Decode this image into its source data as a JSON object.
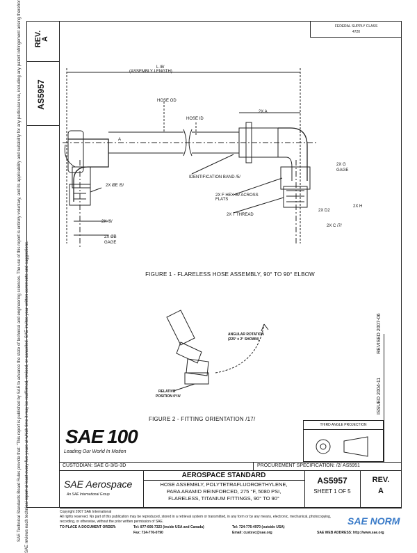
{
  "side_panel": {
    "rev_label": "REV.",
    "rev_value": "A",
    "doc_number": "AS5957",
    "note_line1": "SAE Technical Standards Board Rules provide that: \"This report is published by SAE to advance the state of technical and engineering sciences. The use of this report is entirely voluntary, and its applicability and suitability for any particular use, including any patent infringement arising therefrom, is the sole responsibility of the user.\"",
    "note_line2": "SAE reviews each technical report at least every five years at which time it may be reaffirmed, revised, or cancelled. SAE invites your written comments and suggestions."
  },
  "top_right_box": {
    "line1": "FEDERAL SUPPLY CLASS",
    "line2": "4720"
  },
  "drawing": {
    "fig1_labels": {
      "length": "L /8/",
      "assembly_length": "(ASSEMBLY LENGTH)",
      "hose_od": "HOSE OD",
      "hose_id": "HOSE ID",
      "two_x_a": "2X A",
      "dia_e": "2X ØE /5/",
      "id_band": "IDENTIFICATION BAND /5/",
      "hex": "2X F HEX /6/ ACROSS FLATS",
      "thread": "2X T THREAD",
      "two_x_g": "2X G",
      "gage": "GAGE",
      "d2": "2X D2",
      "h": "2X H",
      "c": "2X C /7/",
      "b7": "2X /9/",
      "dia_b": "2X ØB",
      "gage2": "GAGE",
      "a_mark": "A"
    },
    "fig1_caption": "FIGURE 1 - FLARELESS HOSE ASSEMBLY, 90° TO 90° ELBOW",
    "fig2_labels": {
      "angular": "ANGULAR ROTATION",
      "angular2": "(225° ± 2° SHOWN)",
      "relative": "RELATIVE",
      "position": "POSITION 0°/4/"
    },
    "fig2_caption": "FIGURE 2 - FITTING ORIENTATION /17/",
    "third_angle": "THIRD ANGLE PROJECTION",
    "issued": "ISSUED 2004-11",
    "revised": "REVISED 2007-06"
  },
  "logo": {
    "sae": "SAE",
    "hundred": "100",
    "tagline": "Leading Our World In Motion"
  },
  "title_block": {
    "custodian": "CUSTODIAN: SAE G-3/G-3D",
    "procurement": "PROCUREMENT SPECIFICATION: /2/ AS5951",
    "aero_brand": "SAE Aerospace",
    "aero_sub": "An SAE International Group",
    "standard": "AEROSPACE STANDARD",
    "desc1": "HOSE ASSEMBLY, POLYTETRAFLUOROETHYLENE,",
    "desc2": "PARA ARAMID REINFORCED, 275 °F, 5080 PSI,",
    "desc3": "FLARELESS, TITANIUM FITTINGS, 90° TO 90°",
    "doc_number": "AS5957",
    "sheet": "SHEET 1 OF 5",
    "rev_label": "REV.",
    "rev_value": "A"
  },
  "footer": {
    "copyright": "Copyright 2007 SAE International",
    "rights": "All rights reserved. No part of this publication may be reproduced, stored in a retrieval system or transmitted, in any form or by any means, electronic, mechanical, photocopying,",
    "rights2": "recording, or otherwise, without the prior written permission of SAE.",
    "order": "TO PLACE A DOCUMENT ORDER:",
    "tel1": "Tel: 877-606-7323 (inside USA and Canada)",
    "tel2": "Tel: 724-776-4970 (outside USA)",
    "fax": "Fax: 724-776-0790",
    "email": "Email: custsvc@sae.org",
    "web": "SAE WEB ADDRESS: http://www.sae.org",
    "watermark": "SAE NORM"
  }
}
